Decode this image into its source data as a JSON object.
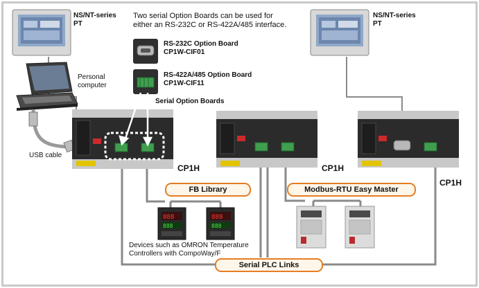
{
  "labels": {
    "pt_left": [
      "NS/NT-series",
      "PT"
    ],
    "pt_right": [
      "NS/NT-series",
      "PT"
    ],
    "intro": [
      "Two serial Option Boards can be used for",
      "either an RS-232C or RS-422A/485 interface."
    ],
    "rs232": [
      "RS-232C Option Board",
      "CP1W-CIF01"
    ],
    "rs422": [
      "RS-422A/485 Option Board",
      "CP1W-CIF11"
    ],
    "pc": [
      "Personal",
      "computer"
    ],
    "usb": "USB cable",
    "serial_boards": "Serial Option Boards",
    "cp1h_1": "CP1H",
    "cp1h_2": "CP1H",
    "cp1h_3": "CP1H",
    "fb_library": "FB Library",
    "modbus": "Modbus-RTU Easy Master",
    "devices": [
      "Devices such as OMRON Temperature",
      "Controllers with CompoWay/F"
    ],
    "serial_links": "Serial PLC Links"
  },
  "colors": {
    "pill_border": "#e57d22",
    "pill_fill": "#fff6ea",
    "wire": "#8a8a8a",
    "frame": "#c9c9c9",
    "plc_body": "#2b2b2b",
    "terminal": "#c8c8c8",
    "connector_green": "#3f9f4f",
    "screen_blue": "#8fa8c8"
  }
}
